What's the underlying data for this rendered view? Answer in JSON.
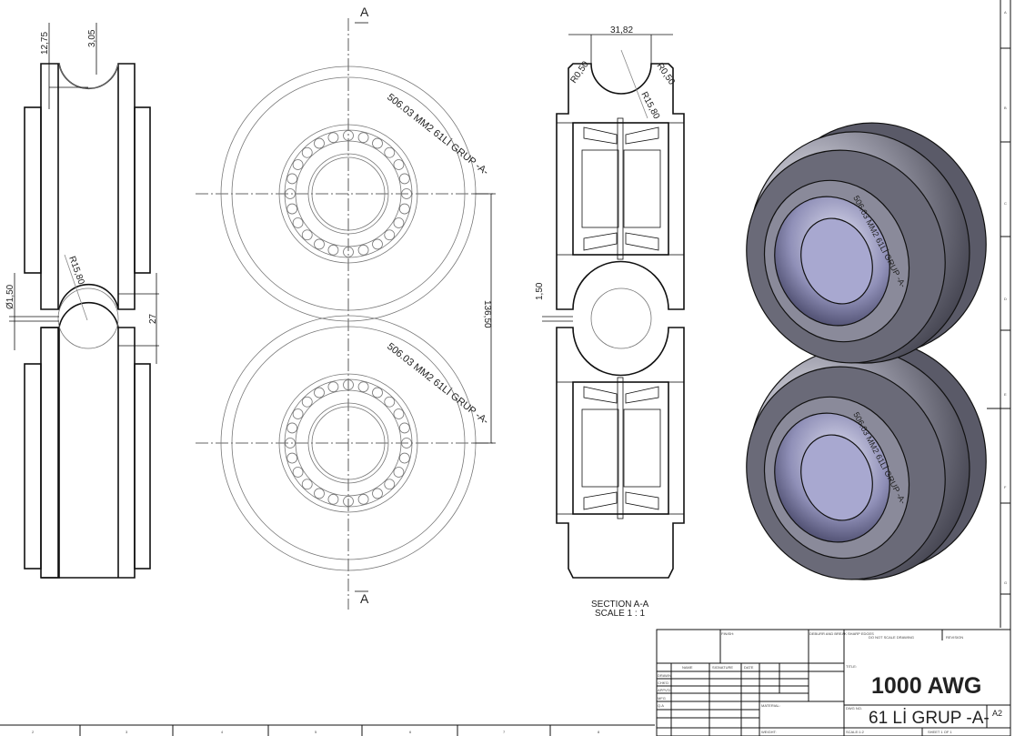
{
  "drawing": {
    "section_marker": "A",
    "dimensions": {
      "d_12_75": "12,75",
      "d_3_05": "3,05",
      "r_15_80_left": "R15,80",
      "dia_1_50": "Ø1,50",
      "d_27": "27",
      "d_136_50": "136,50",
      "d_31_82": "31,82",
      "r_0_50_left": "R0,50",
      "r_0_50_right": "R0,50",
      "r_15_80_section": "R15,80",
      "d_1_50_section": "1,50"
    },
    "engraving": "506.03 MM2 61Lİ GRUP -A-",
    "section_label": "SECTION A-A",
    "section_scale": "SCALE 1 : 1"
  },
  "border": {
    "columns": [
      "2",
      "3",
      "4",
      "5",
      "6",
      "7",
      "8"
    ],
    "rows": [
      "A",
      "B",
      "C",
      "D",
      "E",
      "F",
      "G"
    ]
  },
  "title_block": {
    "finish": "FINISH:",
    "deburr": "DEBURR AND BREAK SHARP EDGES",
    "do_not_scale": "DO NOT SCALE DRAWING",
    "revision": "REVISION",
    "title_label": "TITLE:",
    "name": "NAME",
    "signature": "SIGNATURE",
    "date": "DATE",
    "rows": [
      "DRAWN",
      "CHK'D",
      "APPV'D",
      "MFG",
      "Q.A"
    ],
    "material": "MATERIAL:",
    "weight": "WEIGHT:",
    "dwg_no_label": "DWG NO.",
    "title": "1000 AWG",
    "dwg_no": "61 Lİ GRUP -A-",
    "size": "A2",
    "scale": "SCALE:1:2",
    "sheet": "SHEET 1 OF 1"
  }
}
